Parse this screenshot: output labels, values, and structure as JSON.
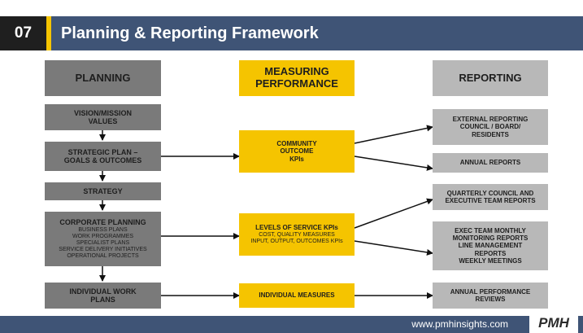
{
  "header": {
    "number": "07",
    "title": "Planning & Reporting Framework"
  },
  "columns": {
    "planning": "PLANNING",
    "measuring": [
      "MEASURING",
      "PERFORMANCE"
    ],
    "reporting": "REPORTING"
  },
  "planning": {
    "vision": [
      "VISION/MISSION",
      "VALUES"
    ],
    "strategic": [
      "STRATEGIC PLAN –",
      "GOALS & OUTCOMES"
    ],
    "strategy": "STRATEGY",
    "corporate_title": "CORPORATE PLANNING",
    "corporate_items": [
      "BUSINESS PLANS",
      "WORK PROGRAMMES",
      "SPECIALIST PLANS",
      "SERVICE DELIVERY INITIATIVES",
      "OPERATIONAL PROJECTS"
    ],
    "individual": [
      "INDIVIDUAL WORK",
      "PLANS"
    ]
  },
  "measuring": {
    "community": [
      "COMMUNITY",
      "OUTCOME",
      "KPIs"
    ],
    "levels_title": "LEVELS OF SERVICE KPIs",
    "levels_items": [
      "COST, QUALITY MEASURES",
      "INPUT, OUTPUT, OUTCOMES KPIs"
    ],
    "individual": "INDIVIDUAL MEASURES"
  },
  "reporting": {
    "external": [
      "EXTERNAL REPORTING",
      "COUNCIL / BOARD/",
      "RESIDENTS"
    ],
    "annual": "ANNUAL REPORTS",
    "quarterly": [
      "QUARTERLY COUNCIL AND",
      "EXECUTIVE TEAM REPORTS"
    ],
    "exec": [
      "EXEC TEAM MONTHLY",
      "MONITORING REPORTS",
      "LINE MANAGEMENT",
      "REPORTS",
      "WEEKLY MEETINGS"
    ],
    "performance": [
      "ANNUAL PERFORMANCE",
      "REVIEWS"
    ]
  },
  "footer": {
    "url": "www.pmhinsights.com",
    "logo": "PMH"
  },
  "colors": {
    "header_bar": "#3f5476",
    "accent": "#f5c400",
    "dark_gray": "#7a7a7a",
    "light_gray": "#b8b8b8"
  }
}
